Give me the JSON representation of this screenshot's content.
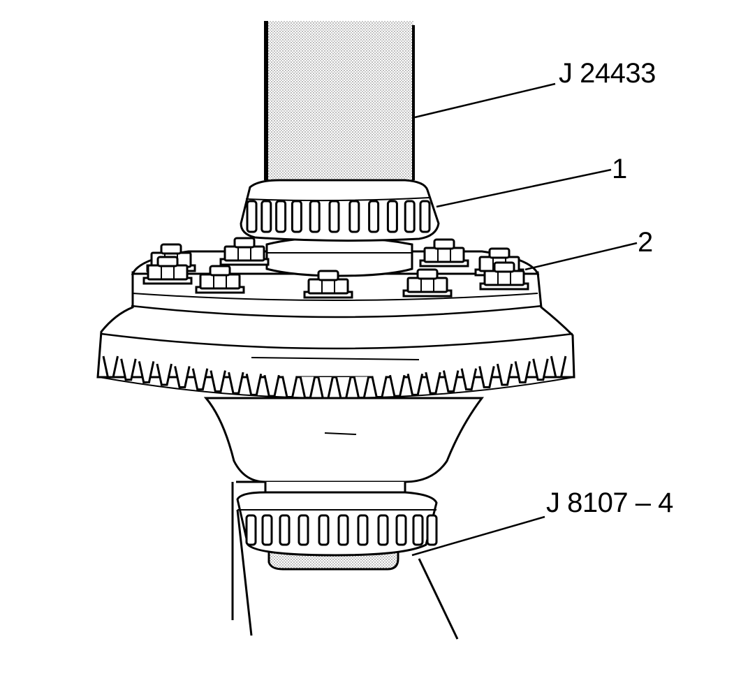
{
  "diagram": {
    "callouts": {
      "tool_top": "J 24433",
      "item_1": "1",
      "item_2": "2",
      "tool_bottom": "J 8107 – 4"
    }
  },
  "colors": {
    "ink": "#000000",
    "paper": "#ffffff",
    "stipple": "#d9d9d9"
  }
}
